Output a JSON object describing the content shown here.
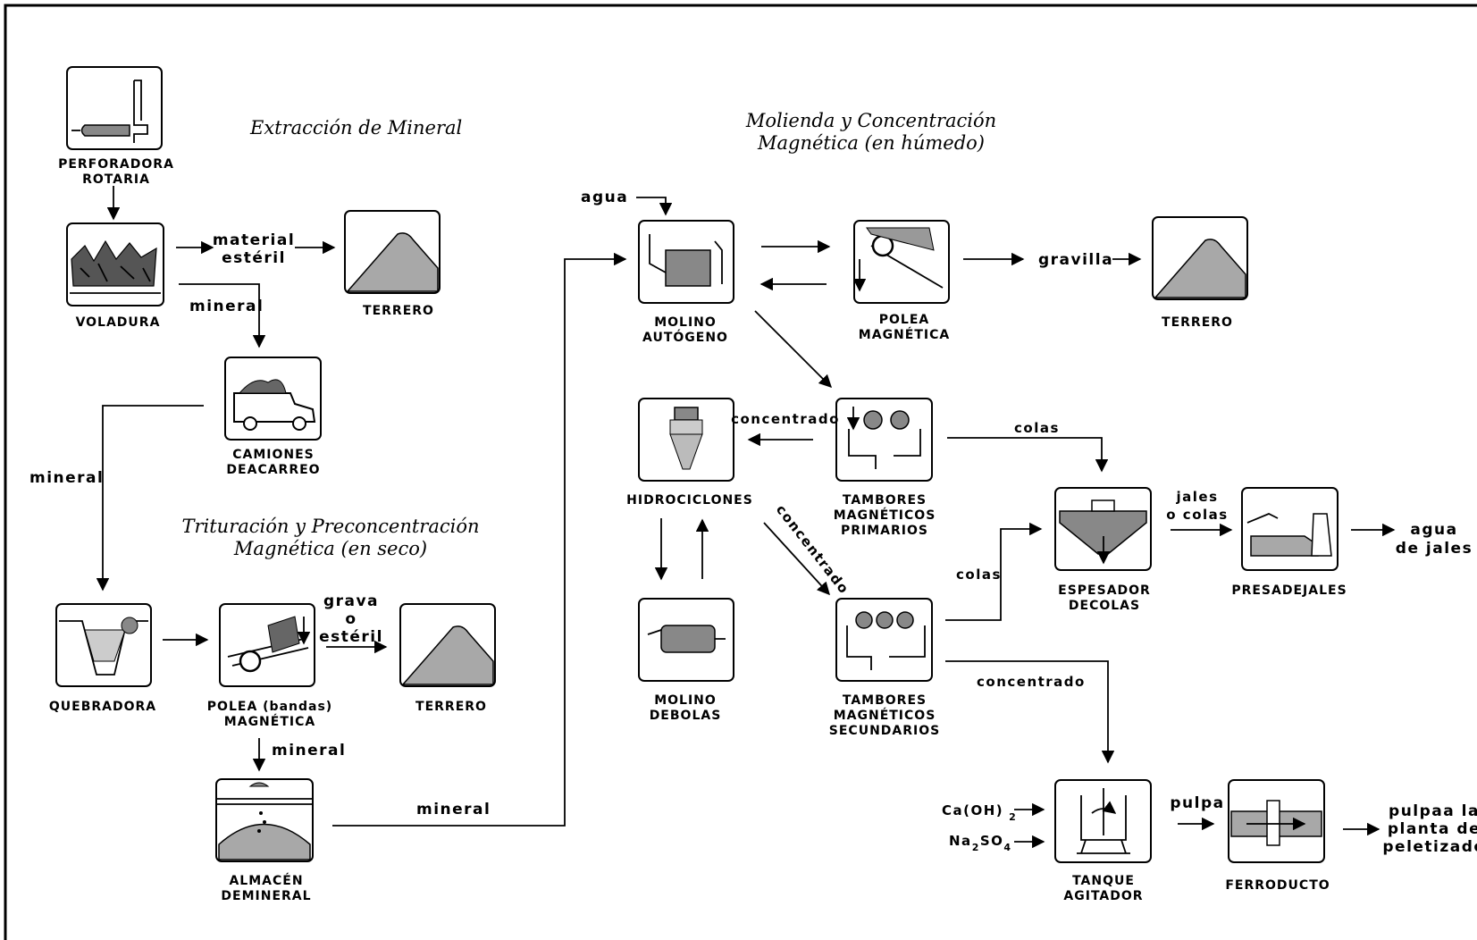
{
  "sections": {
    "extraccion": "Extracción de Mineral",
    "molienda_1": "Molienda y Concentración",
    "molienda_2": "Magnética (en húmedo)",
    "trituracion_1": "Trituración y Preconcentración",
    "trituracion_2": "Magnética (en seco)"
  },
  "equipment": {
    "perforadora_1": "PERFORADORA",
    "perforadora_2": "ROTARIA",
    "voladura": "VOLADURA",
    "terrero_1": "TERRERO",
    "camiones_1": "CAMIONES",
    "camiones_2": "DEACARREO",
    "quebradora": "QUEBRADORA",
    "polea_bandas_1": "POLEA (bandas)",
    "polea_bandas_2": "MAGNÉTICA",
    "terrero_2": "TERRERO",
    "almacen_1": "ALMACÉN",
    "almacen_2": "DEMINERAL",
    "molino_aut_1": "MOLINO",
    "molino_aut_2": "AUTÓGENO",
    "polea_mag_1": "POLEA",
    "polea_mag_2": "MAGNÉTICA",
    "terrero_3": "TERRERO",
    "hidrociclones": "HIDROCICLONES",
    "tamb_prim_1": "TAMBORES",
    "tamb_prim_2": "MAGNÉTICOS",
    "tamb_prim_3": "PRIMARIOS",
    "molino_bolas_1": "MOLINO",
    "molino_bolas_2": "DEBOLAS",
    "tamb_sec_1": "TAMBORES",
    "tamb_sec_2": "MAGNÉTICOS",
    "tamb_sec_3": "SECUNDARIOS",
    "espesador_1": "ESPESADOR",
    "espesador_2": "DECOLAS",
    "presa": "PRESADEJALES",
    "tanque_1": "TANQUE",
    "tanque_2": "AGITADOR",
    "ferroducto": "FERRODUCTO"
  },
  "flows": {
    "material_esteril_1": "material",
    "material_esteril_2": "estéril",
    "mineral_1": "mineral",
    "mineral_2": "mineral",
    "grava_1": "grava",
    "grava_2": "o",
    "grava_3": "estéril",
    "mineral_3": "mineral",
    "mineral_4": "mineral",
    "agua": "agua",
    "gravilla": "gravilla",
    "concentrado_1": "concentrado",
    "colas_1": "colas",
    "concentrado_2": "concentrado",
    "jales_1": "jales",
    "jales_2": "o colas",
    "agua_jales_1": "agua",
    "agua_jales_2": "de jales",
    "colas_2": "colas",
    "concentrado_3": "concentrado",
    "caoh_base": "Ca(OH)",
    "caoh_sub": "2",
    "na_base": "Na",
    "na_sub1": "2",
    "na_mid": "SO",
    "na_sub2": "4",
    "pulpa": "pulpa",
    "pulpa_planta_1": "pulpaa la",
    "pulpa_planta_2": "planta de",
    "pulpa_planta_3": "peletizado"
  }
}
